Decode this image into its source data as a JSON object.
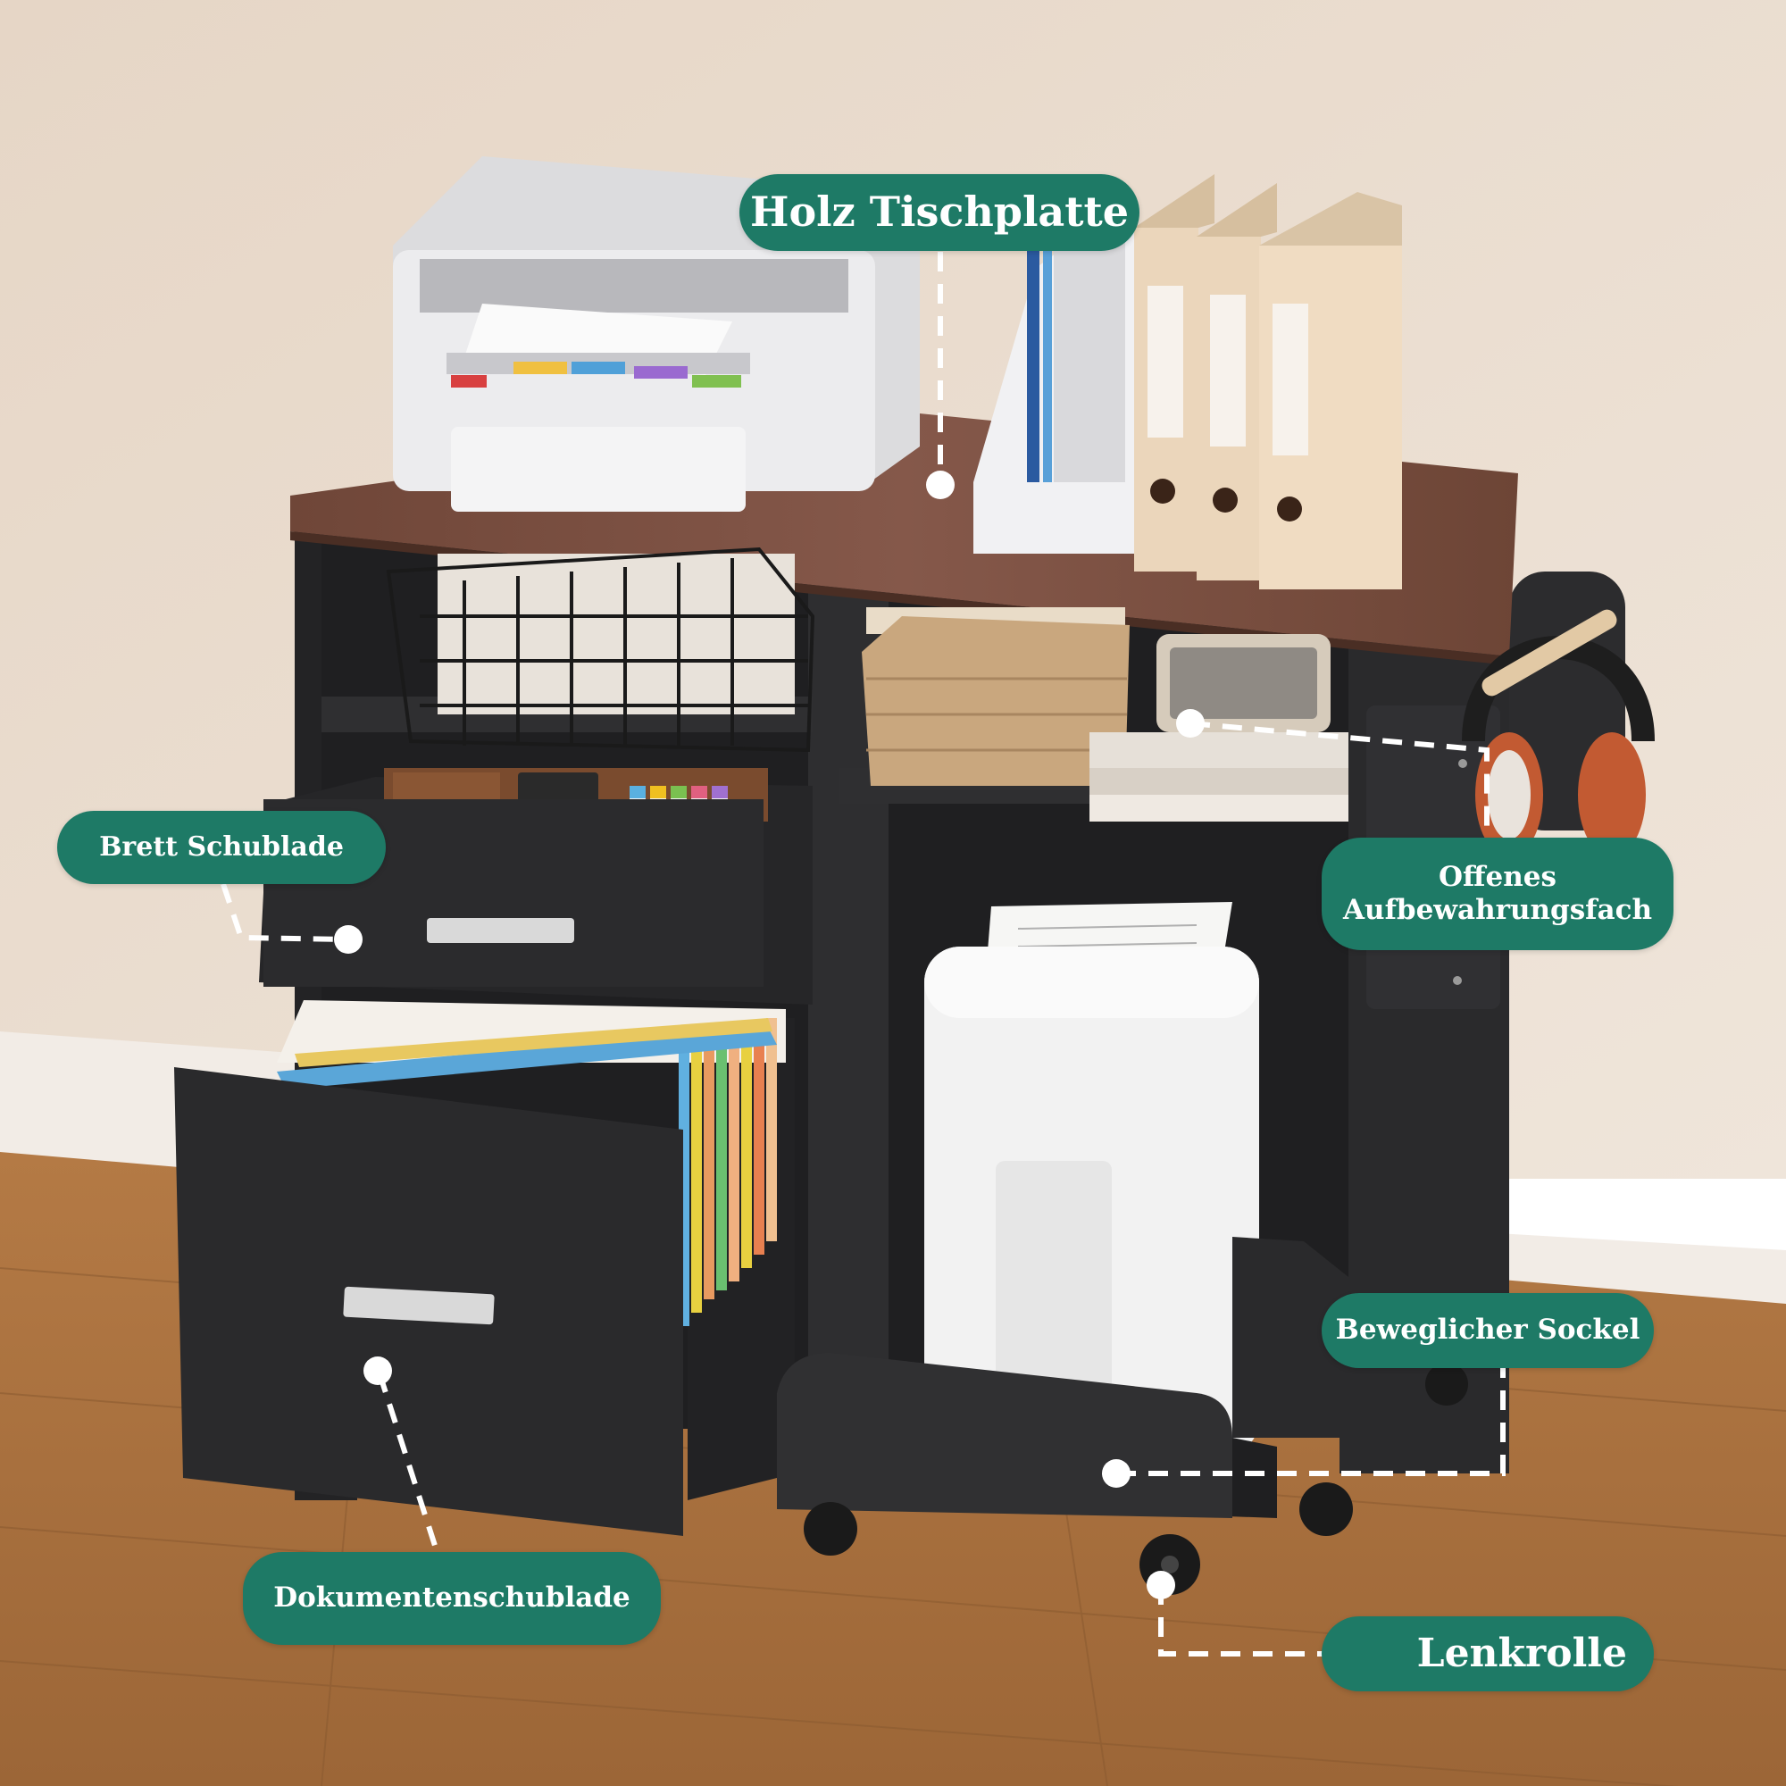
{
  "colors": {
    "label_bg": "#1e7a66",
    "label_text": "#ffffff",
    "callout_line": "#ffffff",
    "wall": "#e8dccf",
    "floor": "#a66f3e",
    "cabinet": "#2b2b2d",
    "tabletop": "#7a5040"
  },
  "labels": {
    "tabletop": "Holz Tischplatte",
    "tray_drawer": "Brett Schublade",
    "open_storage_line1": "Offenes",
    "open_storage_line2": "Aufbewahrungsfach",
    "movable_base": "Beweglicher Sockel",
    "document_drawer": "Dokumentenschublade",
    "caster": "Lenkrolle"
  },
  "scene_objects": [
    "printer",
    "magazine-holder",
    "binders",
    "wire-basket",
    "wicker-basket",
    "speaker",
    "books",
    "headphones",
    "headphone-hook",
    "paper-shredder",
    "hanging-file-folders",
    "desk-organizer",
    "calculator",
    "markers"
  ]
}
